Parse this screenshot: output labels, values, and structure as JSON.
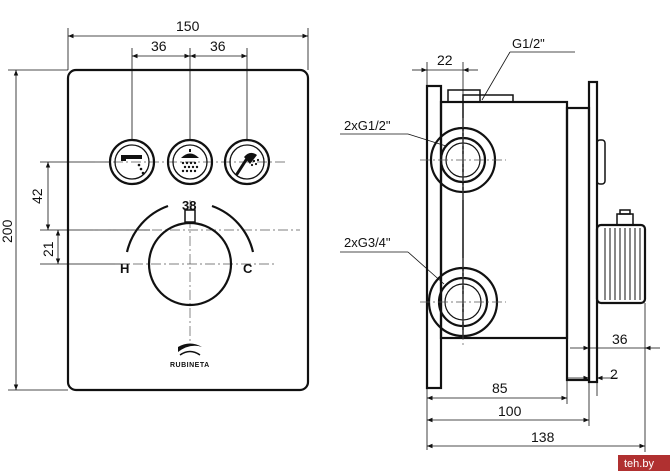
{
  "front_view": {
    "dims": {
      "overall_width": "150",
      "button_spacing_left": "36",
      "button_spacing_right": "36",
      "overall_height": "200",
      "button_offset": "42",
      "knob_offset": "21"
    },
    "knob": {
      "scale_mark": "38",
      "hot_label": "H",
      "cold_label": "C"
    },
    "buttons": [
      {
        "icon": "faucet-icon"
      },
      {
        "icon": "shower-head-icon"
      },
      {
        "icon": "hand-shower-icon"
      }
    ],
    "logo": {
      "brand_text": "RUBINETA",
      "icon": "rubineta-logo-icon"
    }
  },
  "side_view": {
    "labels": {
      "top_connection": "G1/2\"",
      "upper_ports": "2xG1/2\"",
      "lower_ports": "2xG3/4\""
    },
    "dims": {
      "top_offset": "22",
      "knob_projection": "36",
      "plate_thickness": "2",
      "body_depth_85": "85",
      "body_depth_100": "100",
      "overall_depth": "138"
    }
  },
  "watermark": {
    "text": "teh.by"
  }
}
